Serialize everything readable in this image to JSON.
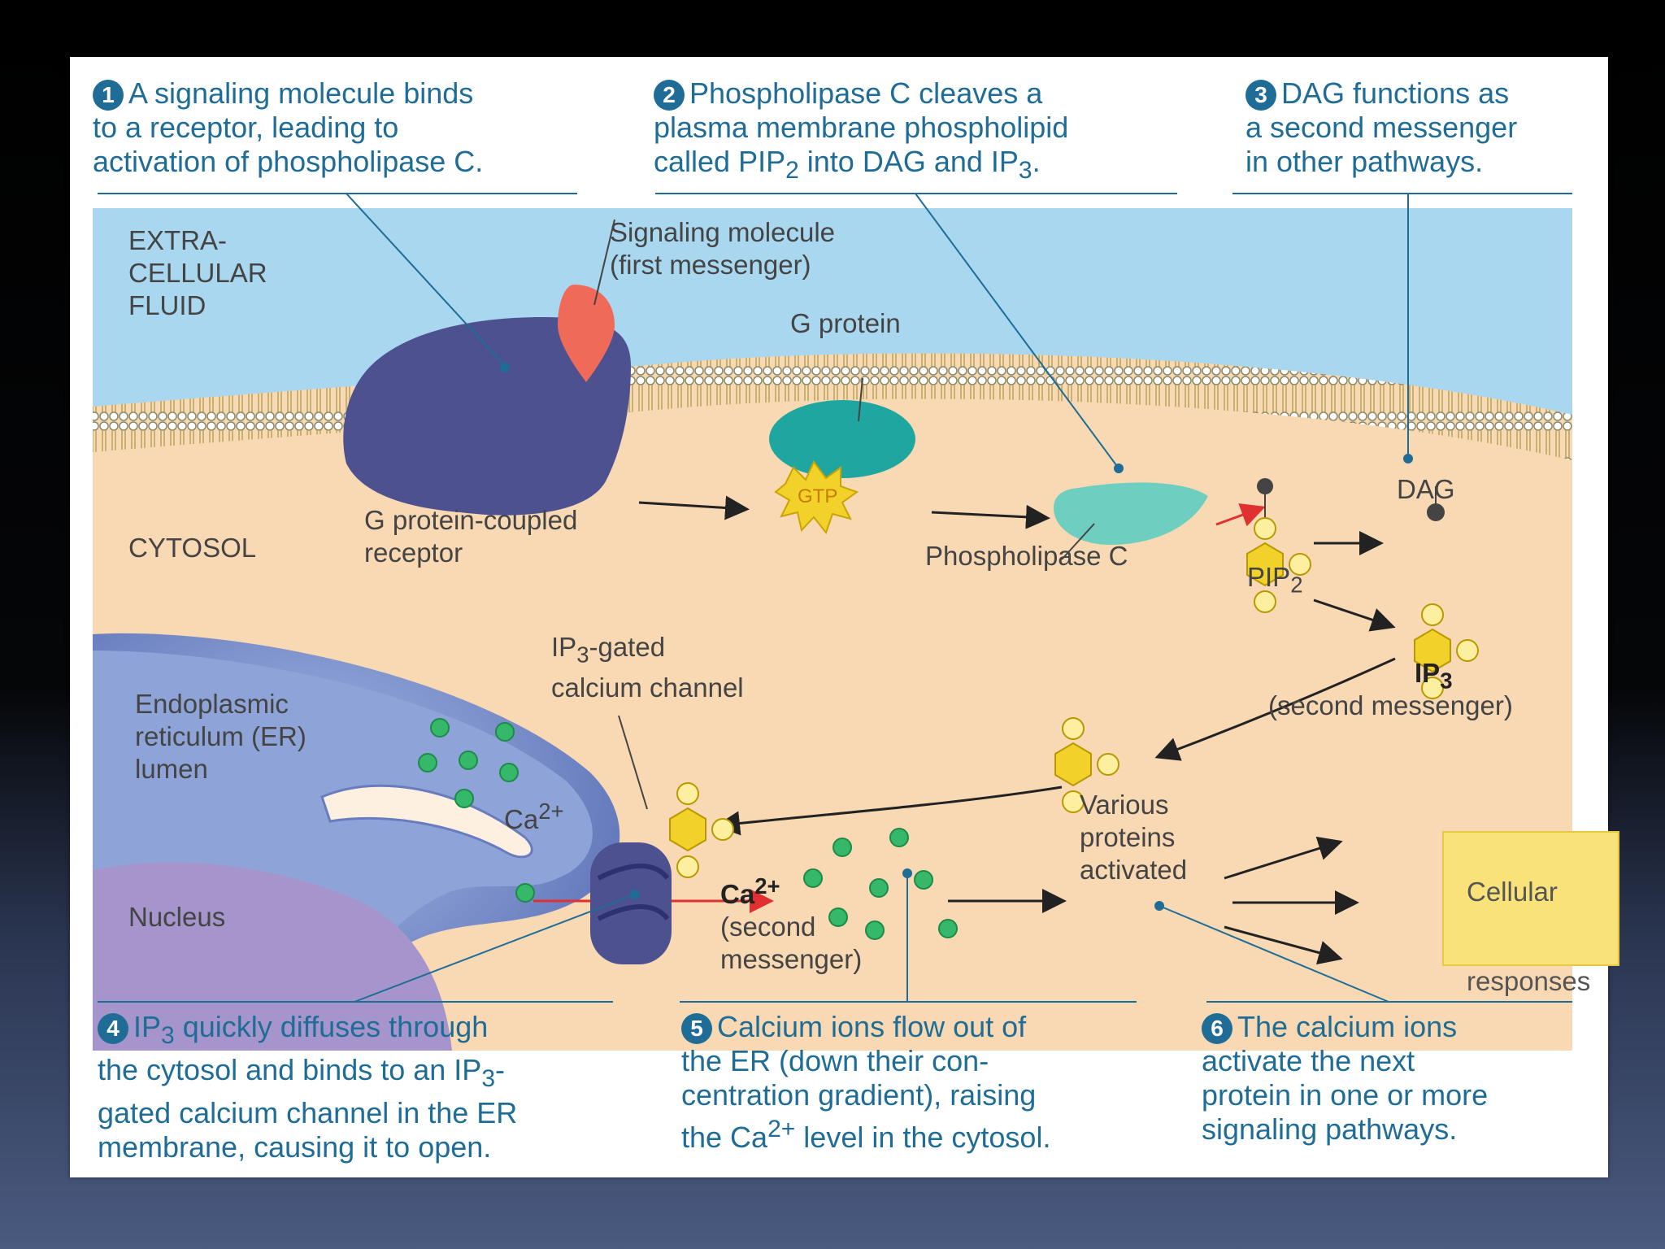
{
  "steps": {
    "s1": {
      "num": "1",
      "l1": "A signaling molecule binds",
      "l2": "to a receptor, leading to",
      "l3": "activation of phospholipase C."
    },
    "s2": {
      "num": "2",
      "l1": "Phospholipase C cleaves a",
      "l2": "plasma membrane phospholipid",
      "l3a": "called PIP",
      "l3sub": "2",
      "l3b": " into DAG and IP",
      "l3sub2": "3",
      "l3c": "."
    },
    "s3": {
      "num": "3",
      "l1": "DAG functions as",
      "l2": "a second messenger",
      "l3": "in other pathways."
    },
    "s4": {
      "num": "4",
      "l1a": "IP",
      "l1sub": "3",
      "l1b": " quickly diffuses through",
      "l2a": "the cytosol and binds to an IP",
      "l2sub": "3",
      "l2b": "-",
      "l3": "gated calcium channel in the ER",
      "l4": "membrane, causing it to open."
    },
    "s5": {
      "num": "5",
      "l1": "Calcium ions flow out of",
      "l2": "the ER (down their con-",
      "l3": "centration gradient), raising",
      "l4a": "the Ca",
      "l4sup": "2+",
      "l4b": " level in the cytosol."
    },
    "s6": {
      "num": "6",
      "l1": "The calcium ions",
      "l2": "activate the next",
      "l3": "protein in one or more",
      "l4": "signaling pathways."
    }
  },
  "labels": {
    "extracellular": [
      "EXTRA-",
      "CELLULAR",
      "FLUID"
    ],
    "signaling_molecule": [
      "Signaling molecule",
      "(first messenger)"
    ],
    "g_protein": "G protein",
    "gtp": "GTP",
    "gpcr": [
      "G protein-coupled",
      "receptor"
    ],
    "cytosol": "CYTOSOL",
    "phospholipase": "Phospholipase C",
    "dag": "DAG",
    "pip": "PIP",
    "pip_sub": "2",
    "ip3": "IP",
    "ip3_sub": "3",
    "ip3_note": "(second messenger)",
    "channel": [
      "IP",
      "3",
      "-gated",
      "calcium channel"
    ],
    "er": [
      "Endoplasmic",
      "reticulum (ER)",
      "lumen"
    ],
    "ca_er": "Ca",
    "ca_er_sup": "2+",
    "nucleus": "Nucleus",
    "ca_cyto": "Ca",
    "ca_cyto_sup": "2+",
    "ca_cyto_note": [
      "(second",
      "messenger)"
    ],
    "various": [
      "Various",
      "proteins",
      "activated"
    ],
    "responses": [
      "Cellular",
      "responses"
    ]
  },
  "colors": {
    "step_blue": "#1f6d96",
    "cytosol": "#f8d9b4",
    "extracellular": "#a9d7ef",
    "receptor": "#4d5190",
    "g_protein": "#1fa6a0",
    "ip3_hex": "#f2d22a",
    "calcium": "#36b86a"
  }
}
